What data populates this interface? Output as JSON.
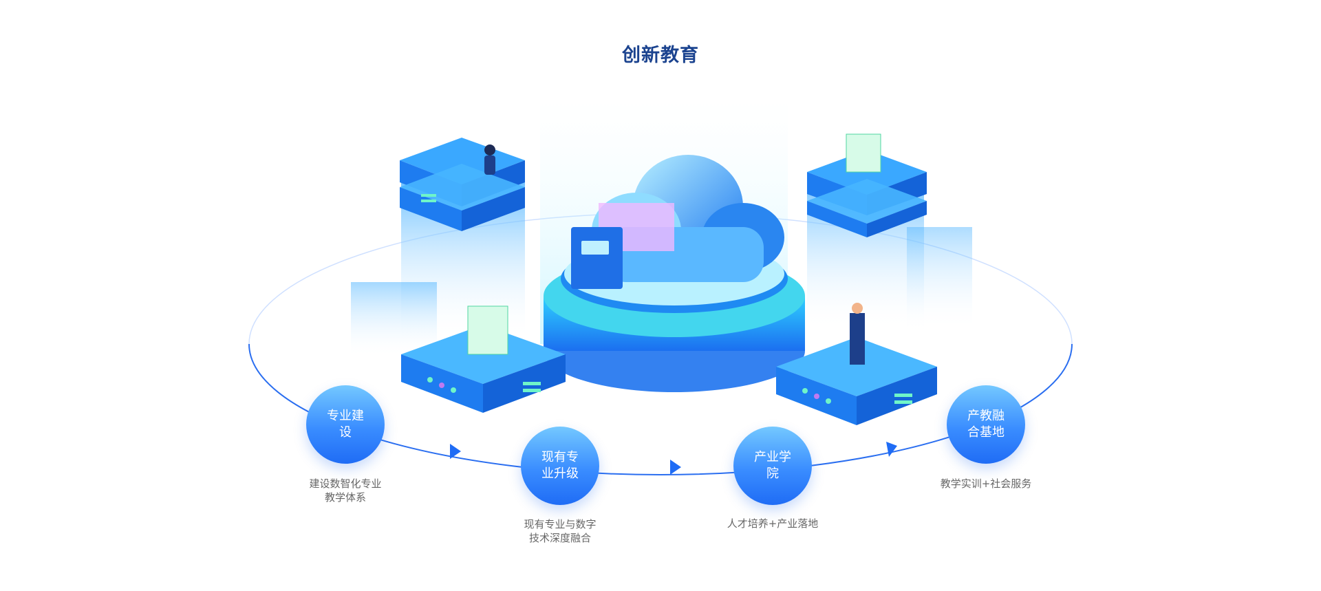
{
  "title": "创新教育",
  "colors": {
    "title": "#1b438f",
    "accent": "#1f6cf5",
    "caption": "#666666"
  },
  "steps": [
    {
      "label": "专业建设",
      "caption_line1": "建设数智化专业",
      "caption_line2": "教学体系"
    },
    {
      "label": "现有专业升级",
      "caption_line1": "现有专业与数字",
      "caption_line2": "技术深度融合"
    },
    {
      "label": "产业学院",
      "caption_line1": "人才培养+产业落地",
      "caption_line2": ""
    },
    {
      "label": "产教融合基地",
      "caption_line1": "教学实训+社会服务",
      "caption_line2": ""
    }
  ]
}
